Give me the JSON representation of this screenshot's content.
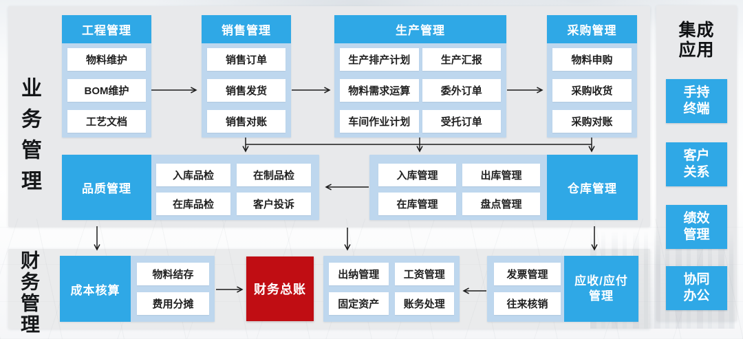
{
  "labels": {
    "business_section": "业务管理",
    "finance_section": "财务管理"
  },
  "colors": {
    "module_blue": "#2FA8E6",
    "container_light_blue": "#BED7EE",
    "ledger_red": "#C00D13",
    "panel_gray": "#E8E9EB",
    "arrow_black": "#1A1A1A"
  },
  "top_row": {
    "engineering": {
      "title": "工程管理",
      "items": [
        "物料维护",
        "BOM维护",
        "工艺文档"
      ]
    },
    "sales": {
      "title": "销售管理",
      "items": [
        "销售订单",
        "销售发货",
        "销售对账"
      ]
    },
    "production": {
      "title": "生产管理",
      "items": [
        "生产排产计划",
        "生产汇报",
        "物料需求运算",
        "委外订单",
        "车间作业计划",
        "受托订单"
      ]
    },
    "purchasing": {
      "title": "采购管理",
      "items": [
        "物料申购",
        "采购收货",
        "采购对账"
      ]
    }
  },
  "middle_row": {
    "quality": {
      "title": "品质管理",
      "items": [
        "入库品检",
        "在制品检",
        "在库品检",
        "客户投诉"
      ]
    },
    "warehouse": {
      "title": "仓库管理",
      "items": [
        "入库管理",
        "出库管理",
        "在库管理",
        "盘点管理"
      ]
    }
  },
  "bottom_row": {
    "cost": {
      "title": "成本核算",
      "items": [
        "物料结存",
        "费用分摊"
      ]
    },
    "general_ledger": {
      "title": "财务总账"
    },
    "finance_ops": {
      "items": [
        "出纳管理",
        "工资管理",
        "固定资产",
        "账务处理"
      ]
    },
    "payables": {
      "title": "应收/应付\n管理",
      "items": [
        "发票管理",
        "往来核销"
      ]
    }
  },
  "right_panel": {
    "title": "集成\n应用",
    "items": [
      "手持\n终端",
      "客户\n关系",
      "绩效\n管理",
      "协同\n办公"
    ]
  }
}
